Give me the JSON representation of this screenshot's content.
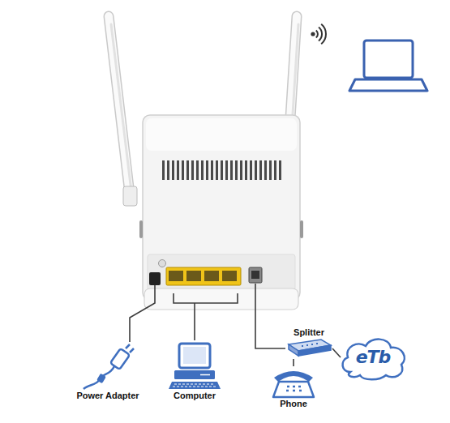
{
  "diagram": {
    "nodes": [
      {
        "text": [
          "Power Adapter"
        ]
      },
      {
        "text": [
          "Computer"
        ]
      },
      {
        "text": [
          "Splitter"
        ]
      },
      {
        "text": [
          "eTb"
        ]
      },
      {
        "text": [
          "Phone"
        ]
      }
    ],
    "edges": [
      {
        "from": 2,
        "to": 3,
        "arrow": "none"
      },
      {
        "from": 2,
        "to": 4,
        "arrow": "none"
      }
    ]
  }
}
